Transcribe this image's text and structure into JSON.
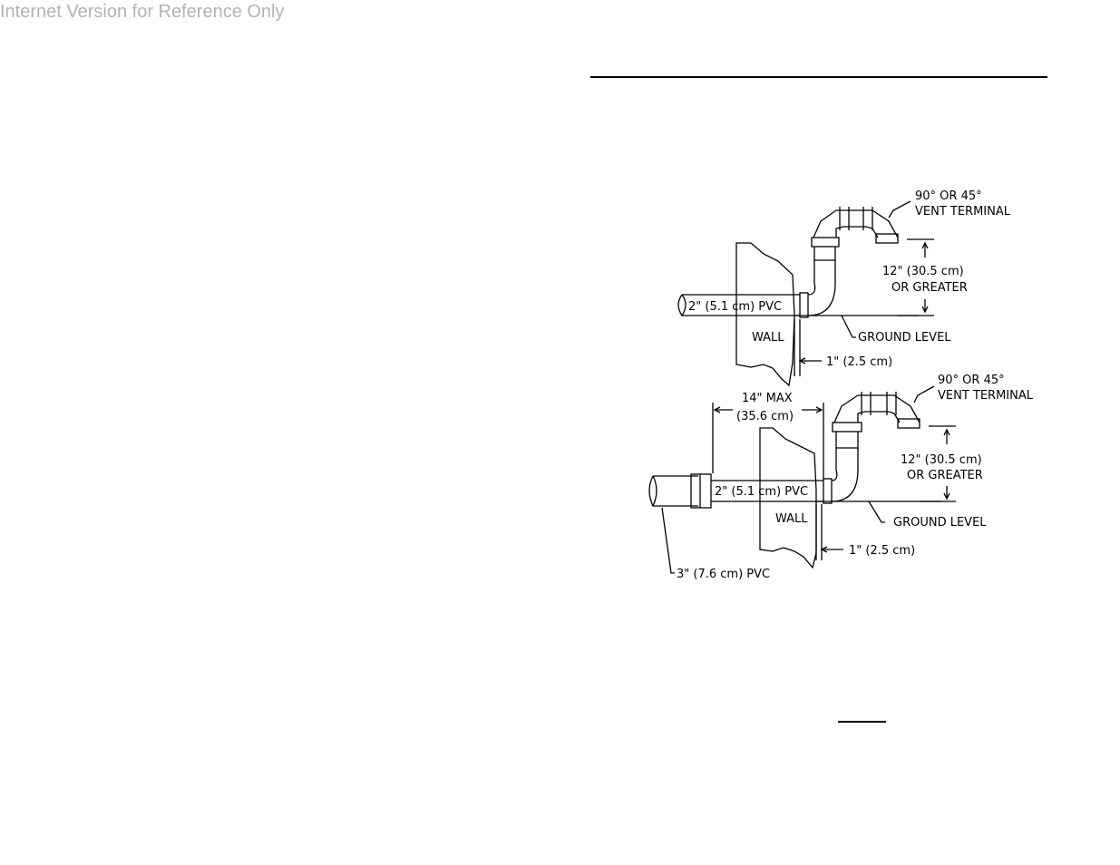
{
  "watermark": "Internet Version for Reference Only",
  "upper": {
    "terminal_line1": "90° OR 45°",
    "terminal_line2": "VENT TERMINAL",
    "pipe_label": "2\" (5.1 cm) PVC",
    "height_line1": "12\" (30.5 cm)",
    "height_line2": "OR GREATER",
    "wall_label": "WALL",
    "ground_label": "GROUND LEVEL",
    "clearance_label": "1\" (2.5 cm)"
  },
  "lower": {
    "terminal_line1": "90° OR 45°",
    "terminal_line2": "VENT TERMINAL",
    "max_line1": "14\" MAX",
    "max_line2": "(35.6 cm)",
    "pipe_label": "2\" (5.1 cm) PVC",
    "height_line1": "12\" (30.5 cm)",
    "height_line2": "OR GREATER",
    "wall_label": "WALL",
    "ground_label": "GROUND LEVEL",
    "clearance_label": "1\" (2.5 cm)",
    "large_pipe_label": "3\" (7.6 cm) PVC"
  }
}
